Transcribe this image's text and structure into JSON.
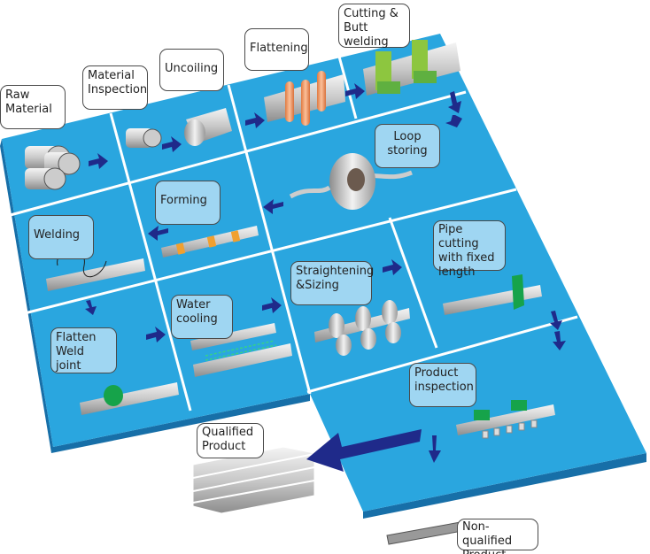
{
  "colors": {
    "board": "#2aa6df",
    "board_side": "#176fa8",
    "grid": "#ffffff",
    "arrow": "#1f2a8a",
    "label_light": "#9fd6f2",
    "label_white": "#ffffff",
    "accent_green": "#16a34a",
    "accent_orange": "#f0a030"
  },
  "steps": {
    "raw_material": "Raw\nMaterial",
    "material_inspection": "Material\nInspection",
    "uncoiling": "Uncoiling",
    "flattening": "Flattening",
    "cutting_butt_welding": "Cutting &\nButt welding",
    "loop_storing": "Loop\nstoring",
    "forming": "Forming",
    "welding": "Welding",
    "pipe_cutting": "Pipe cutting\nwith fixed\nlength",
    "straightening_sizing": "Straightening\n&Sizing",
    "water_cooling": "Water\ncooling",
    "flatten_weld_joint": "Flatten\nWeld joint",
    "product_inspection": "Product\ninspection",
    "qualified_product": "Qualified\nProduct",
    "non_qualified_product": "Non-qualified\nProduct"
  }
}
